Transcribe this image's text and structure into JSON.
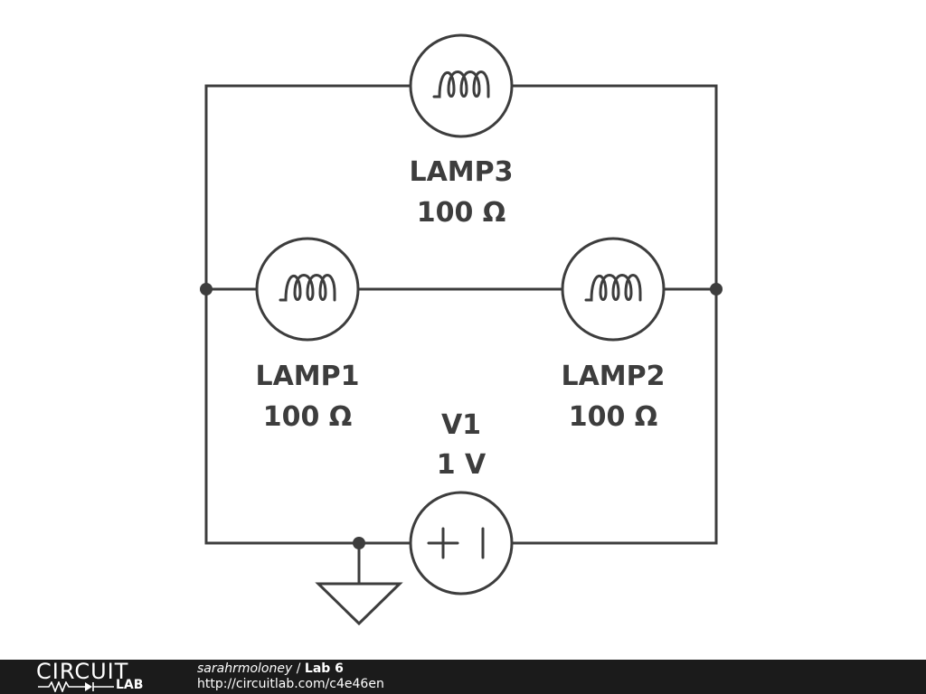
{
  "schematic": {
    "components": [
      {
        "id": "lamp3",
        "type": "lamp",
        "name": "LAMP3",
        "value": "100 Ω"
      },
      {
        "id": "lamp1",
        "type": "lamp",
        "name": "LAMP1",
        "value": "100 Ω"
      },
      {
        "id": "lamp2",
        "type": "lamp",
        "name": "LAMP2",
        "value": "100 Ω"
      },
      {
        "id": "v1",
        "type": "voltage-source",
        "name": "V1",
        "value": "1 V"
      },
      {
        "id": "gnd",
        "type": "ground"
      }
    ]
  },
  "footer": {
    "logo_top": "CIRCUIT",
    "logo_bottom": "LAB",
    "author": "sarahrmoloney",
    "separator": " / ",
    "title": "Lab 6",
    "url": "http://circuitlab.com/c4e46en"
  },
  "colors": {
    "ink": "#3d3d3d",
    "background": "#ffffff",
    "footer_bg": "#1b1b1b",
    "footer_text": "#ffffff"
  }
}
